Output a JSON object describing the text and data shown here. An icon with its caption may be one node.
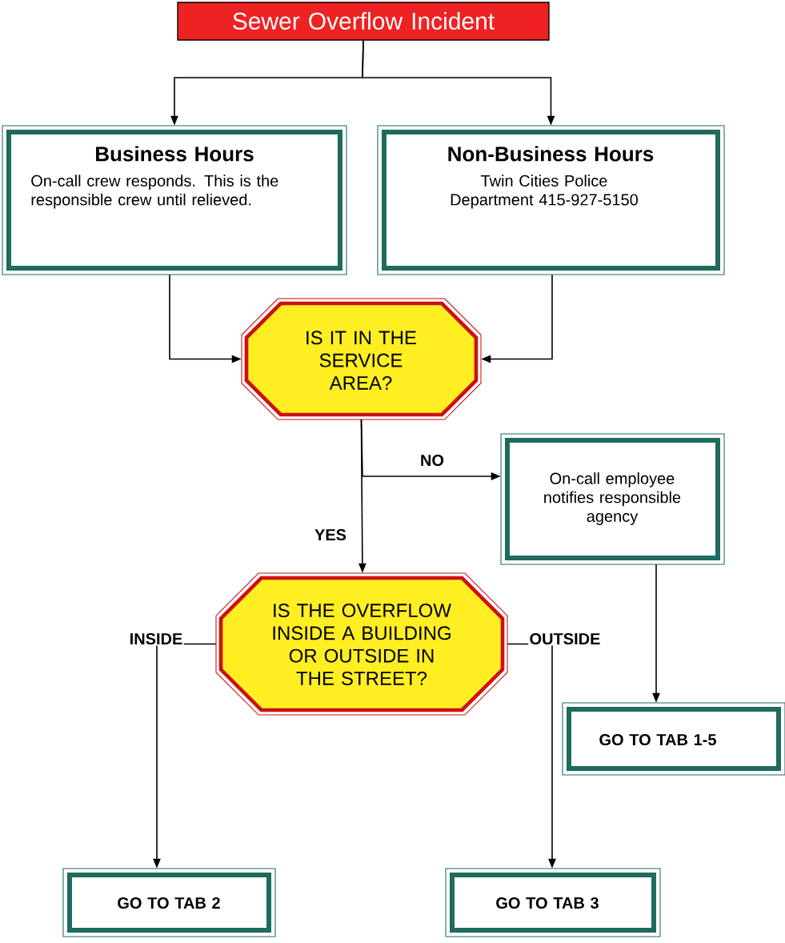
{
  "diagram": {
    "nodes": [
      {
        "text": [
          "Sewer Overflow Incident"
        ]
      },
      {
        "text": [
          "Business Hours",
          "On-call crew responds. This is the responsible crew until relieved."
        ]
      },
      {
        "text": [
          "Non-Business Hours",
          "Twin Cities Police Department 415-927-5150"
        ]
      },
      {
        "text": [
          "IS IT IN THE SERVICE AREA?"
        ]
      },
      {
        "text": [
          "On-call employee notifies responsible agency"
        ]
      },
      {
        "text": [
          "IS THE OVERFLOW INSIDE A BUILDING OR OUTSIDE IN THE STREET?"
        ]
      },
      {
        "text": [
          "GO TO TAB 1-5"
        ]
      },
      {
        "text": [
          "GO TO TAB 2"
        ]
      },
      {
        "text": [
          "GO TO TAB 3"
        ]
      }
    ],
    "edges": [
      {
        "from": 0,
        "to": 1,
        "arrow": "to"
      },
      {
        "from": 0,
        "to": 2,
        "arrow": "to"
      },
      {
        "from": 1,
        "to": 3,
        "arrow": "to"
      },
      {
        "from": 2,
        "to": 3,
        "arrow": "to"
      },
      {
        "from": 3,
        "to": 4,
        "arrow": "to",
        "label": "NO"
      },
      {
        "from": 3,
        "to": 5,
        "arrow": "to",
        "label": "YES"
      },
      {
        "from": 4,
        "to": 6,
        "arrow": "to"
      },
      {
        "from": 5,
        "to": 7,
        "arrow": "to",
        "label": "INSIDE"
      },
      {
        "from": 5,
        "to": 8,
        "arrow": "to",
        "label": "OUTSIDE"
      }
    ]
  }
}
